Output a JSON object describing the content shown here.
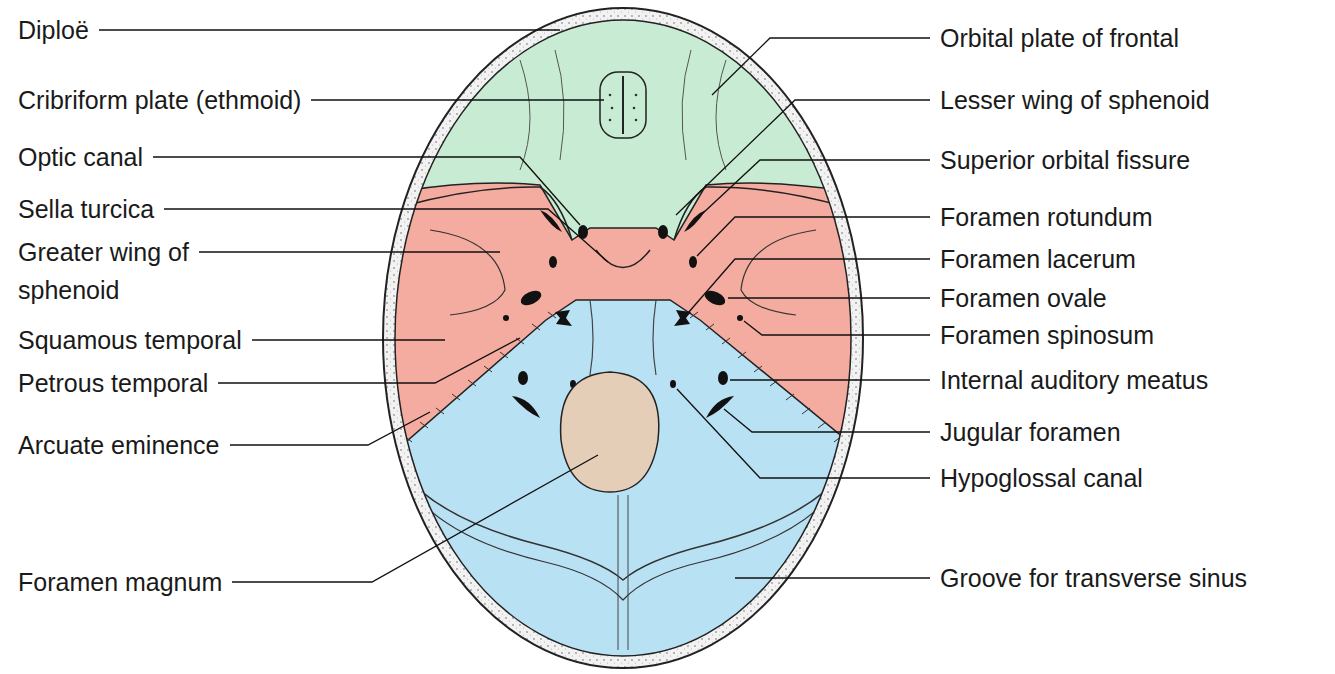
{
  "diagram": {
    "labels": [
      "Diploë",
      "Cribriform plate (ethmoid)",
      "Optic canal",
      "Sella turcica",
      "Greater wing of sphenoid",
      "Squamous temporal",
      "Petrous temporal",
      "Arcuate eminence",
      "Foramen magnum",
      "Orbital plate of frontal",
      "Lesser wing of sphenoid",
      "Superior orbital fissure",
      "Foramen rotundum",
      "Foramen lacerum",
      "Foramen ovale",
      "Foramen spinosum",
      "Internal auditory meatus",
      "Jugular foramen",
      "Hypoglossal canal",
      "Groove for transverse sinus"
    ]
  }
}
